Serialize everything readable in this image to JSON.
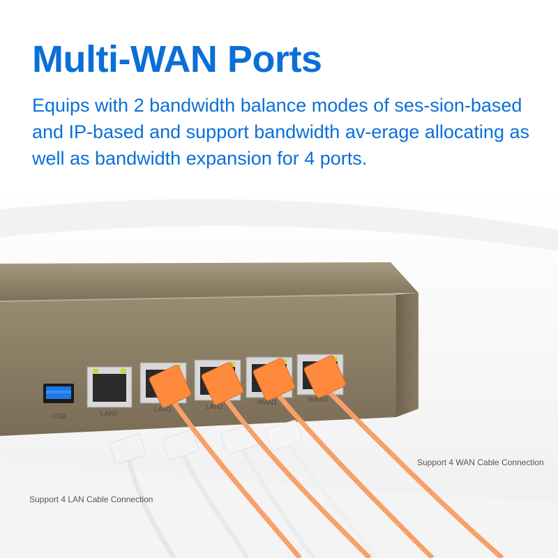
{
  "headline": "Multi-WAN Ports",
  "description": "Equips with 2 bandwidth balance modes of ses-sion-based and IP-based and support bandwidth av-erage allocating as well as bandwidth expansion for 4 ports.",
  "device": {
    "ports": [
      {
        "label": "USB"
      },
      {
        "label": "LAN0"
      },
      {
        "label": "LAN1"
      },
      {
        "label": "LAN2"
      },
      {
        "label": "WAN1"
      },
      {
        "label": "WAN0"
      }
    ]
  },
  "captions": {
    "wan": "Support 4 WAN Cable Connection",
    "lan": "Support 4 LAN Cable Connection"
  },
  "colors": {
    "headline": "#0a6fd6",
    "chassis": "#8a7b62",
    "cable_orange": "#ff8a3d",
    "usb_blue": "#1e78e6"
  }
}
